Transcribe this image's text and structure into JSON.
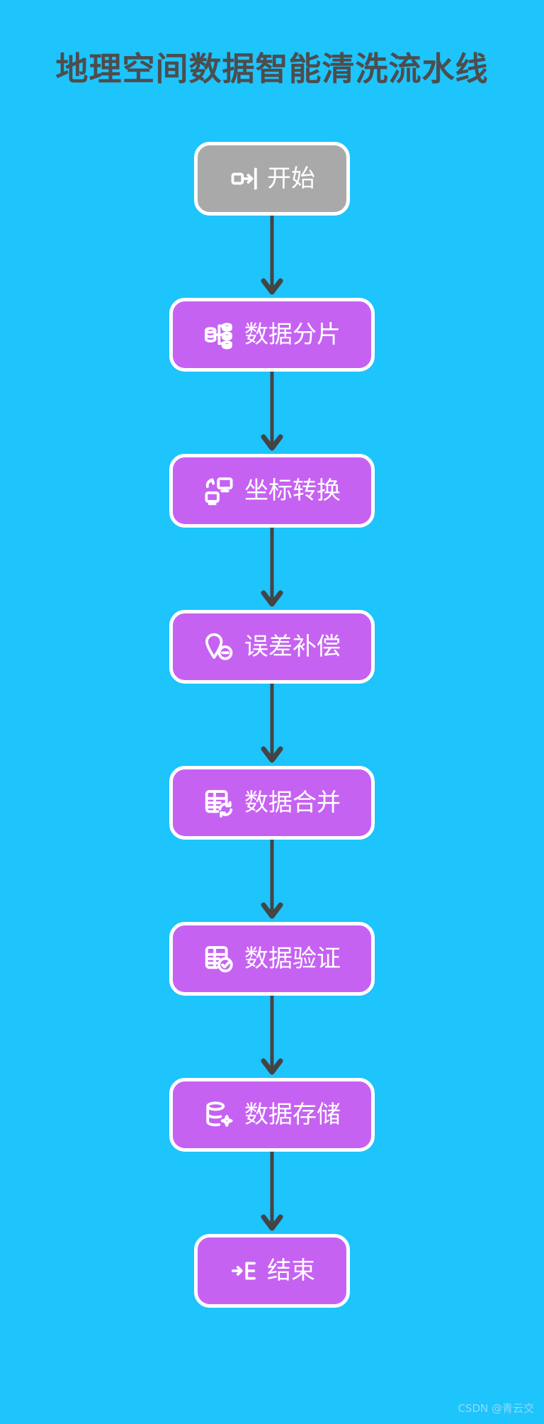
{
  "background_color": "#1ec4fc",
  "title": "地理空间数据智能清洗流水线",
  "title_color": "#4d4d4d",
  "watermark": "CSDN @青云交",
  "connector": {
    "color": "#444444",
    "style": "vertical-arrow-down"
  },
  "flow": {
    "node_colors": {
      "start": "#a9a9a9",
      "process": "#c662f2",
      "end": "#c662f2",
      "border": "#ffffff",
      "text": "#ffffff"
    },
    "nodes": [
      {
        "id": "start",
        "label": "开始",
        "icon": "log-in-icon",
        "kind": "start",
        "shape": "terminal"
      },
      {
        "id": "sharding",
        "label": "数据分片",
        "icon": "database-split-icon",
        "kind": "process",
        "shape": "process"
      },
      {
        "id": "coord",
        "label": "坐标转换",
        "icon": "monitor-swap-icon",
        "kind": "process",
        "shape": "process"
      },
      {
        "id": "error",
        "label": "误差补偿",
        "icon": "map-pin-minus-icon",
        "kind": "process",
        "shape": "process"
      },
      {
        "id": "merge",
        "label": "数据合并",
        "icon": "table-sync-icon",
        "kind": "process",
        "shape": "process"
      },
      {
        "id": "validate",
        "label": "数据验证",
        "icon": "table-check-icon",
        "kind": "process",
        "shape": "process"
      },
      {
        "id": "storage",
        "label": "数据存储",
        "icon": "database-sparkle-icon",
        "kind": "process",
        "shape": "process"
      },
      {
        "id": "end",
        "label": "结束",
        "icon": "log-out-icon",
        "kind": "end",
        "shape": "terminal"
      }
    ]
  }
}
